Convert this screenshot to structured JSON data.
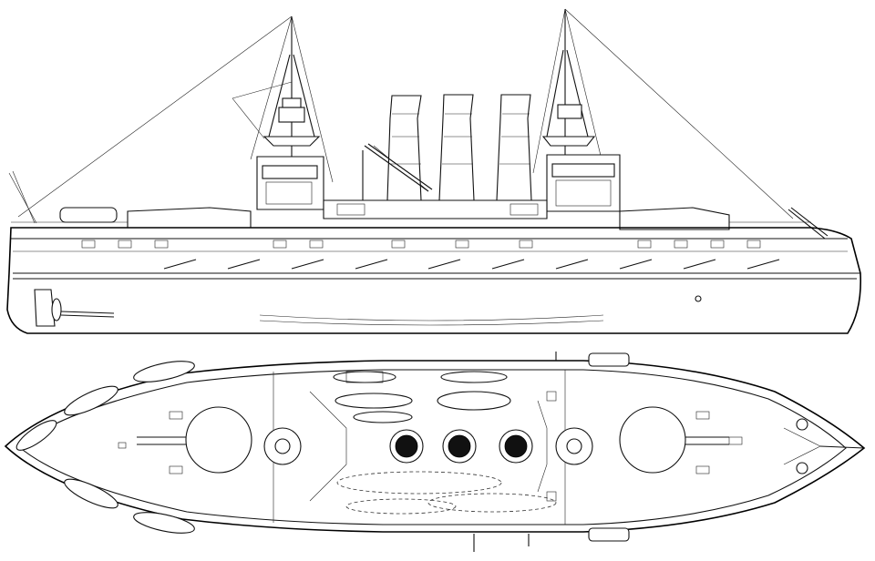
{
  "drawing": {
    "ink_color": "#111111",
    "paper_color": "#ffffff",
    "views": [
      "side-elevation",
      "deck-plan"
    ]
  },
  "elevation": {
    "mast_count": 2,
    "funnel_count": 3,
    "icons": [
      "ship-hull",
      "mast",
      "funnel",
      "crane",
      "propeller",
      "rudder",
      "gun-barrel",
      "lifeboat"
    ]
  },
  "plan": {
    "gun_turret_count": 4,
    "funnel_top_count": 3,
    "boat_count": 8,
    "icons": [
      "hull-outline",
      "turret",
      "funnel-top",
      "lifeboat",
      "anchor",
      "gun-barrel"
    ]
  }
}
